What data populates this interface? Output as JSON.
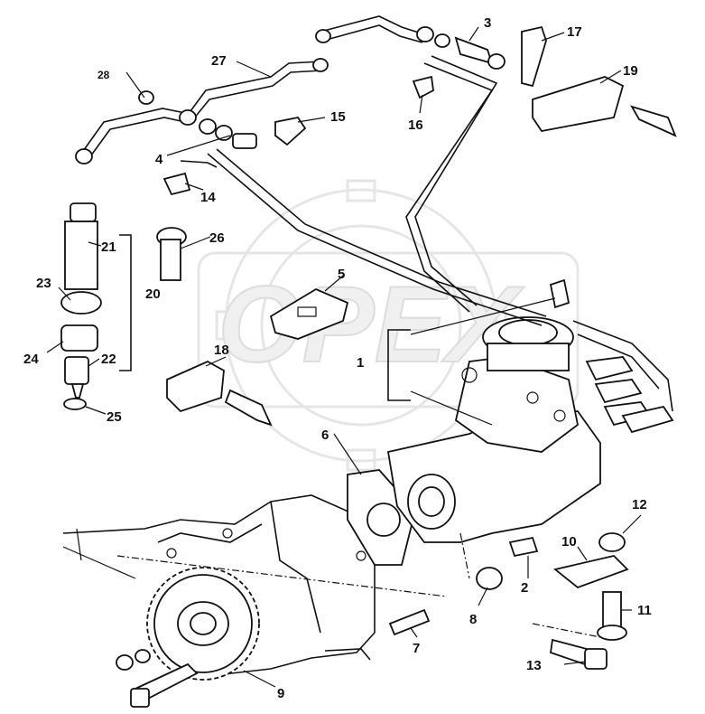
{
  "watermark": "OPEX",
  "callouts": {
    "c1": "1",
    "c2": "2",
    "c3": "3",
    "c4": "4",
    "c5": "5",
    "c6": "6",
    "c7": "7",
    "c8": "8",
    "c9": "9",
    "c10": "10",
    "c11": "11",
    "c12": "12",
    "c13": "13",
    "c14": "14",
    "c15": "15",
    "c16": "16",
    "c17": "17",
    "c18": "18",
    "c19": "19",
    "c20": "20",
    "c21": "21",
    "c22": "22",
    "c23": "23",
    "c24": "24",
    "c25": "25",
    "c26": "26",
    "c27": "27",
    "c28": "28"
  }
}
